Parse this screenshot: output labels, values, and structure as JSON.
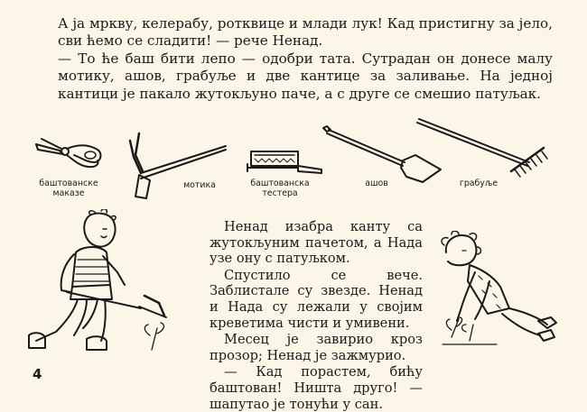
{
  "paragraphs": [
    "А ја мркву, келерабу, ротквице и млади лук! Кад пристигну за јело, сви ћемо се сладити! — рече Ненад.",
    "— То ће баш бити лепо — одобри тата. Сутрадан он донесе малу мотику, ашов, грабуље и две кантице за заливање. На једној кантици је пакало жутокљуно паче, а с друге се смешио патуљак."
  ],
  "tools": [
    {
      "id": "shears",
      "caption_lines": [
        "баштованске",
        "маказе"
      ]
    },
    {
      "id": "hoe",
      "caption_lines": [
        "мотика"
      ]
    },
    {
      "id": "saw",
      "caption_lines": [
        "баштованска",
        "тестера"
      ]
    },
    {
      "id": "spade",
      "caption_lines": [
        "ашов"
      ]
    },
    {
      "id": "rake",
      "caption_lines": [
        "грабуље"
      ]
    }
  ],
  "story": [
    "Ненад изабра канту са жутокљуним пачетом, а Нада узе ону с патуљком.",
    "Спустило се вече. Заблистале су звезде. Ненад и Нада су лежали у својим креветима чисти и умивени.",
    "Месец је завирио кроз прозор; Ненад је зажмурио.",
    "— Кад порастем, бићу баштован! Ништа друго! — шапутао је тонући у сан."
  ],
  "page_number": "4"
}
